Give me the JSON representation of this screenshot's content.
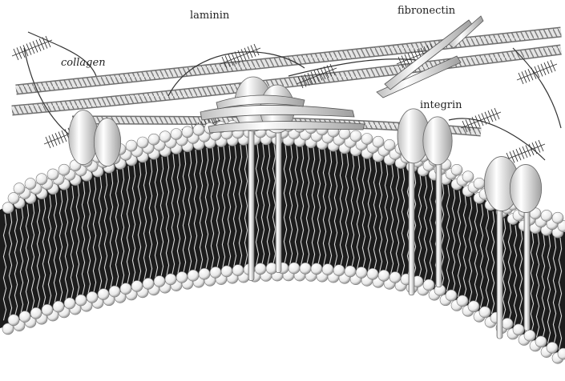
{
  "labels": {
    "laminin": "laminin",
    "fibronectin": "fibronectin",
    "collagen": "collagen",
    "integrin": "integrin"
  },
  "colors": {
    "ink": "#222222",
    "protein_fill": "#ececec",
    "head_fill": "#f4f4f4",
    "tail": "#1a1a1a",
    "collagen_fill": "#dcdcdc"
  }
}
